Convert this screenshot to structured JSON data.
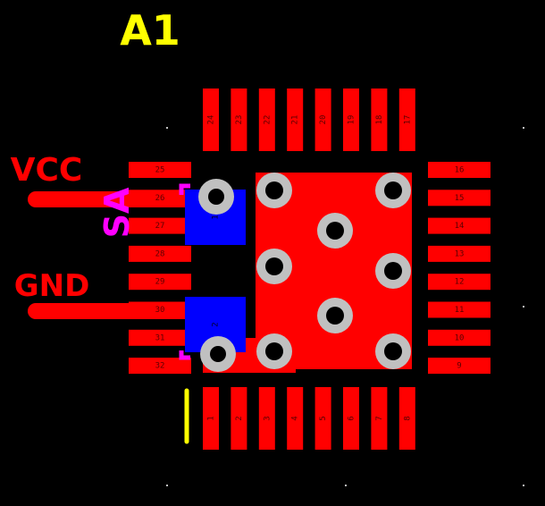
{
  "designator": "A1",
  "component_label": "SA",
  "nets": {
    "vcc": "VCC",
    "gnd": "GND"
  },
  "pins": {
    "top": [
      "24",
      "23",
      "22",
      "21",
      "20",
      "19",
      "18",
      "17"
    ],
    "left": [
      "25",
      "26",
      "27",
      "28",
      "29",
      "30",
      "31",
      "32"
    ],
    "right": [
      "16",
      "15",
      "14",
      "13",
      "12",
      "11",
      "10",
      "9"
    ],
    "bottom": [
      "1",
      "2",
      "3",
      "4",
      "5",
      "6",
      "7",
      "8"
    ]
  },
  "smd_pads": [
    "1",
    "2"
  ],
  "colors": {
    "background": "#000000",
    "copper": "#ff0000",
    "pin_number": "#5a0000",
    "smd_pad": "#0000ff",
    "silkscreen_designator": "#ffff00",
    "silkscreen_component": "#ff00ff",
    "via": "#c0c0c0",
    "hole": "#000000"
  }
}
